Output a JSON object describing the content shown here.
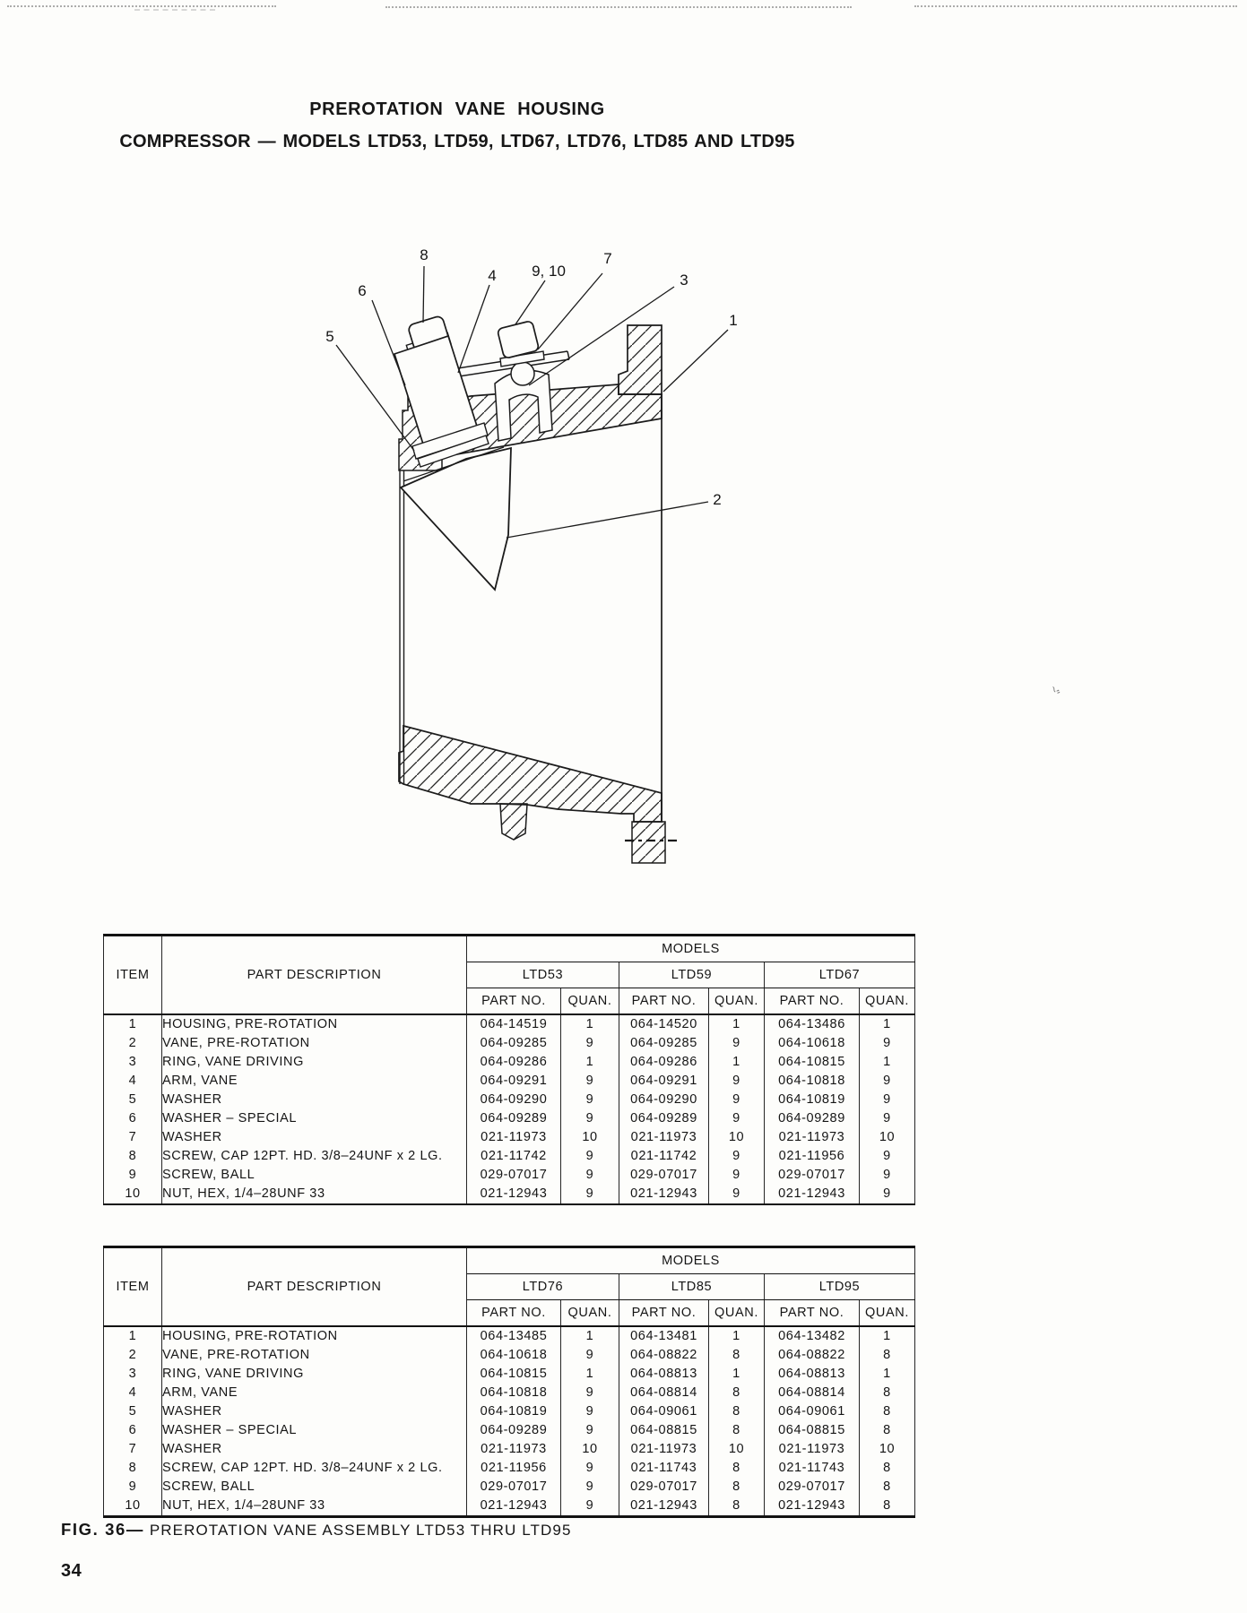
{
  "page": {
    "title": "PREROTATION VANE HOUSING",
    "subtitle": "COMPRESSOR — MODELS LTD53, LTD59, LTD67, LTD76, LTD85 AND LTD95",
    "figure_caption_prefix": "FIG. 36—",
    "figure_caption_text": "PREROTATION VANE ASSEMBLY LTD53 THRU LTD95",
    "page_number": "34"
  },
  "diagram": {
    "description": "cross-section of prerotation vane housing with numbered part callouts",
    "callouts": [
      {
        "label": "8"
      },
      {
        "label": "6"
      },
      {
        "label": "4"
      },
      {
        "label": "9, 10"
      },
      {
        "label": "7"
      },
      {
        "label": "3"
      },
      {
        "label": "1"
      },
      {
        "label": "5"
      },
      {
        "label": "2"
      }
    ]
  },
  "tables": [
    {
      "models_header": "MODELS",
      "item_header": "ITEM",
      "description_header": "PART DESCRIPTION",
      "part_no_header": "PART NO.",
      "quan_header": "QUAN.",
      "models": [
        "LTD53",
        "LTD59",
        "LTD67"
      ],
      "rows": [
        {
          "item": "1",
          "desc": "HOUSING, PRE-ROTATION",
          "p1": "064-14519",
          "q1": "1",
          "p2": "064-14520",
          "q2": "1",
          "p3": "064-13486",
          "q3": "1"
        },
        {
          "item": "2",
          "desc": "VANE, PRE-ROTATION",
          "p1": "064-09285",
          "q1": "9",
          "p2": "064-09285",
          "q2": "9",
          "p3": "064-10618",
          "q3": "9"
        },
        {
          "item": "3",
          "desc": "RING, VANE DRIVING",
          "p1": "064-09286",
          "q1": "1",
          "p2": "064-09286",
          "q2": "1",
          "p3": "064-10815",
          "q3": "1"
        },
        {
          "item": "4",
          "desc": "ARM, VANE",
          "p1": "064-09291",
          "q1": "9",
          "p2": "064-09291",
          "q2": "9",
          "p3": "064-10818",
          "q3": "9"
        },
        {
          "item": "5",
          "desc": "WASHER",
          "p1": "064-09290",
          "q1": "9",
          "p2": "064-09290",
          "q2": "9",
          "p3": "064-10819",
          "q3": "9"
        },
        {
          "item": "6",
          "desc": "WASHER – SPECIAL",
          "p1": "064-09289",
          "q1": "9",
          "p2": "064-09289",
          "q2": "9",
          "p3": "064-09289",
          "q3": "9"
        },
        {
          "item": "7",
          "desc": "WASHER",
          "p1": "021-11973",
          "q1": "10",
          "p2": "021-11973",
          "q2": "10",
          "p3": "021-11973",
          "q3": "10"
        },
        {
          "item": "8",
          "desc": "SCREW, CAP 12PT. HD. 3/8–24UNF x 2 LG.",
          "p1": "021-11742",
          "q1": "9",
          "p2": "021-11742",
          "q2": "9",
          "p3": "021-11956",
          "q3": "9"
        },
        {
          "item": "9",
          "desc": "SCREW, BALL",
          "p1": "029-07017",
          "q1": "9",
          "p2": "029-07017",
          "q2": "9",
          "p3": "029-07017",
          "q3": "9"
        },
        {
          "item": "10",
          "desc": "NUT, HEX, 1/4–28UNF 33",
          "p1": "021-12943",
          "q1": "9",
          "p2": "021-12943",
          "q2": "9",
          "p3": "021-12943",
          "q3": "9"
        }
      ]
    },
    {
      "models_header": "MODELS",
      "item_header": "ITEM",
      "description_header": "PART DESCRIPTION",
      "part_no_header": "PART NO.",
      "quan_header": "QUAN.",
      "models": [
        "LTD76",
        "LTD85",
        "LTD95"
      ],
      "rows": [
        {
          "item": "1",
          "desc": "HOUSING, PRE-ROTATION",
          "p1": "064-13485",
          "q1": "1",
          "p2": "064-13481",
          "q2": "1",
          "p3": "064-13482",
          "q3": "1"
        },
        {
          "item": "2",
          "desc": "VANE, PRE-ROTATION",
          "p1": "064-10618",
          "q1": "9",
          "p2": "064-08822",
          "q2": "8",
          "p3": "064-08822",
          "q3": "8"
        },
        {
          "item": "3",
          "desc": "RING, VANE DRIVING",
          "p1": "064-10815",
          "q1": "1",
          "p2": "064-08813",
          "q2": "1",
          "p3": "064-08813",
          "q3": "1"
        },
        {
          "item": "4",
          "desc": "ARM, VANE",
          "p1": "064-10818",
          "q1": "9",
          "p2": "064-08814",
          "q2": "8",
          "p3": "064-08814",
          "q3": "8"
        },
        {
          "item": "5",
          "desc": "WASHER",
          "p1": "064-10819",
          "q1": "9",
          "p2": "064-09061",
          "q2": "8",
          "p3": "064-09061",
          "q3": "8"
        },
        {
          "item": "6",
          "desc": "WASHER – SPECIAL",
          "p1": "064-09289",
          "q1": "9",
          "p2": "064-08815",
          "q2": "8",
          "p3": "064-08815",
          "q3": "8"
        },
        {
          "item": "7",
          "desc": "WASHER",
          "p1": "021-11973",
          "q1": "10",
          "p2": "021-11973",
          "q2": "10",
          "p3": "021-11973",
          "q3": "10"
        },
        {
          "item": "8",
          "desc": "SCREW, CAP 12PT. HD. 3/8–24UNF x 2 LG.",
          "p1": "021-11956",
          "q1": "9",
          "p2": "021-11743",
          "q2": "8",
          "p3": "021-11743",
          "q3": "8"
        },
        {
          "item": "9",
          "desc": "SCREW, BALL",
          "p1": "029-07017",
          "q1": "9",
          "p2": "029-07017",
          "q2": "8",
          "p3": "029-07017",
          "q3": "8"
        },
        {
          "item": "10",
          "desc": "NUT, HEX, 1/4–28UNF 33",
          "p1": "021-12943",
          "q1": "9",
          "p2": "021-12943",
          "q2": "8",
          "p3": "021-12943",
          "q3": "8"
        }
      ]
    }
  ]
}
